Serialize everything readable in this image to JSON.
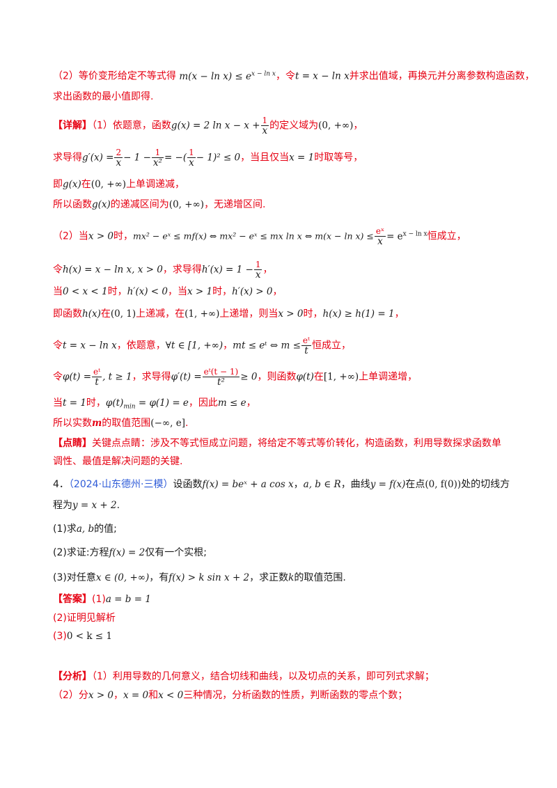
{
  "analysis2": {
    "prefix": "（2）等价变形给定不等式得",
    "math1": "m(x − ln x) ≤ e",
    "math1_sup": "x − ln x",
    "mid": "，令",
    "math2": "t = x − ln x",
    "suffix": "并求出值域，再换元并分离参数构造函数，",
    "line2": "求出函数的最小值即得."
  },
  "detail": {
    "tag": "【详解】",
    "p1_prefix": "（1）依题意，函数",
    "p1_math_a": "g(x) = 2 ln x − x +",
    "p1_frac_num": "1",
    "p1_frac_den": "x",
    "p1_mid": "的定义域为",
    "p1_domain": "(0, +∞)",
    "p1_end": "，",
    "p2_prefix": "求导得",
    "p2_math_a": "g′(x) =",
    "p2_frac1_num": "2",
    "p2_frac1_den": "x",
    "p2_math_b": "− 1 −",
    "p2_frac2_num": "1",
    "p2_frac2_den": "x²",
    "p2_math_c": "= −(",
    "p2_frac3_num": "1",
    "p2_frac3_den": "x",
    "p2_math_d": "− 1)² ≤ 0",
    "p2_mid": "，当且仅当",
    "p2_cond": "x = 1",
    "p2_end": "时取等号，",
    "p3_prefix": "即",
    "p3_math": "g(x)",
    "p3_mid": "在",
    "p3_domain": "(0, +∞)",
    "p3_end": "上单调递减，",
    "p4_prefix": "所以函数",
    "p4_math": "g(x)",
    "p4_mid": "的递减区间为",
    "p4_domain": "(0, +∞)",
    "p4_end": "，无递增区间."
  },
  "part2": {
    "l1_prefix": "（2）当",
    "l1_cond": "x > 0",
    "l1_comma": "时，",
    "l1_math": "mx² − eˣ ≤ mf(x) ⇔ mx² − eˣ ≤ mx ln x ⇔ m(x − ln x) ≤",
    "l1_frac_num": "eˣ",
    "l1_frac_den": "x",
    "l1_math_b": "= e",
    "l1_math_b_sup": "x − ln x",
    "l1_end": "恒成立，",
    "l2_prefix": "令",
    "l2_math": "h(x) = x − ln x, x > 0",
    "l2_mid": "，求导得",
    "l2_math_b": "h′(x) = 1 −",
    "l2_frac_num": "1",
    "l2_frac_den": "x",
    "l2_end": "，",
    "l3_prefix": "当",
    "l3_math_a": "0 < x < 1",
    "l3_mid1": "时，",
    "l3_math_b": "h′(x) < 0",
    "l3_mid2": "，当",
    "l3_math_c": "x > 1",
    "l3_mid3": "时，",
    "l3_math_d": "h′(x) > 0",
    "l3_end": "，",
    "l4_prefix": "即函数",
    "l4_math_a": "h(x)",
    "l4_mid1": "在",
    "l4_int1": "(0, 1)",
    "l4_mid2": "上递减，在",
    "l4_int2": "(1, +∞)",
    "l4_mid3": "上递增，则当",
    "l4_math_b": "x > 0",
    "l4_mid4": "时，",
    "l4_math_c": "h(x) ≥ h(1) = 1",
    "l4_end": "，",
    "l5_prefix": "令",
    "l5_math_a": "t = x − ln x",
    "l5_mid1": "，依题意，",
    "l5_math_b": "∀t ∈ [1, +∞)",
    "l5_mid2": "，",
    "l5_math_c": "mt ≤ eᵗ ⇔ m ≤",
    "l5_frac_num": "eᵗ",
    "l5_frac_den": "t",
    "l5_end": "恒成立，",
    "l6_prefix": "令",
    "l6_math_a": "φ(t) =",
    "l6_frac1_num": "eᵗ",
    "l6_frac1_den": "t",
    "l6_math_b": ", t ≥ 1",
    "l6_mid1": "，求导得",
    "l6_math_c": "φ′(t) =",
    "l6_frac2_num": "eᵗ(t − 1)",
    "l6_frac2_den": "t²",
    "l6_math_d": "≥ 0",
    "l6_mid2": "，则函数",
    "l6_math_e": "φ(t)",
    "l6_mid3": "在",
    "l6_int": "[1, +∞)",
    "l6_end": "上单调递增，",
    "l7_prefix": "当",
    "l7_math_a": "t = 1",
    "l7_mid1": "时，",
    "l7_math_b": "φ(t)",
    "l7_math_b_sub": "min",
    "l7_math_c": "= φ(1) = e",
    "l7_mid2": "，因此",
    "l7_math_d": "m ≤ e",
    "l7_end": "，",
    "l8_prefix": "所以实数",
    "l8_var": "m",
    "l8_mid": "的取值范围",
    "l8_int": "(−∞, e]",
    "l8_end": "."
  },
  "pointer": {
    "tag": "【点睛】",
    "text1": "关键点点睛：涉及不等式恒成立问题，将给定不等式等价转化，构造函数，利用导数探求函数单",
    "text2": "调性、最值是解决问题的关键."
  },
  "q4": {
    "num": "4．",
    "source": "（2024·山东德州·三模）",
    "t1": "设函数",
    "m1": "f(x) = beˣ + a cos x",
    "t2": "，",
    "m2": "a, b ∈ R",
    "t3": "，曲线",
    "m3": "y = f(x)",
    "t4": "在点",
    "m4": "(0, f(0))",
    "t5": "处的切线方",
    "l2_t1": "程为",
    "l2_m1": "y = x + 2",
    "l2_t2": ".",
    "s1_label": "(1)求",
    "s1_math": "a, b",
    "s1_end": "的值;",
    "s2_label": "(2)求证:方程",
    "s2_math": "f(x) = 2",
    "s2_end": "仅有一个实根;",
    "s3_label": "(3)对任意",
    "s3_math_a": "x ∈ (0, +∞)",
    "s3_mid1": "，有",
    "s3_math_b": "f(x) > k sin x + 2",
    "s3_mid2": "，求正数",
    "s3_var": "k",
    "s3_end": "的取值范围."
  },
  "answer": {
    "tag": "【答案】",
    "a1_label": "(1)",
    "a1_math": "a = b = 1",
    "a2": "(2)证明见解析",
    "a3_label": "(3)",
    "a3_math": "0 < k ≤ 1"
  },
  "analysis": {
    "tag": "【分析】",
    "l1": "（1）利用导数的几何意义，结合切线和曲线，以及切点的关系，即可列式求解；",
    "l2_prefix": "（2）分",
    "l2_m1": "x > 0",
    "l2_t1": "，",
    "l2_m2": "x = 0",
    "l2_t2": "和",
    "l2_m3": "x < 0",
    "l2_end": "三种情况，分析函数的性质，判断函数的零点个数；"
  }
}
